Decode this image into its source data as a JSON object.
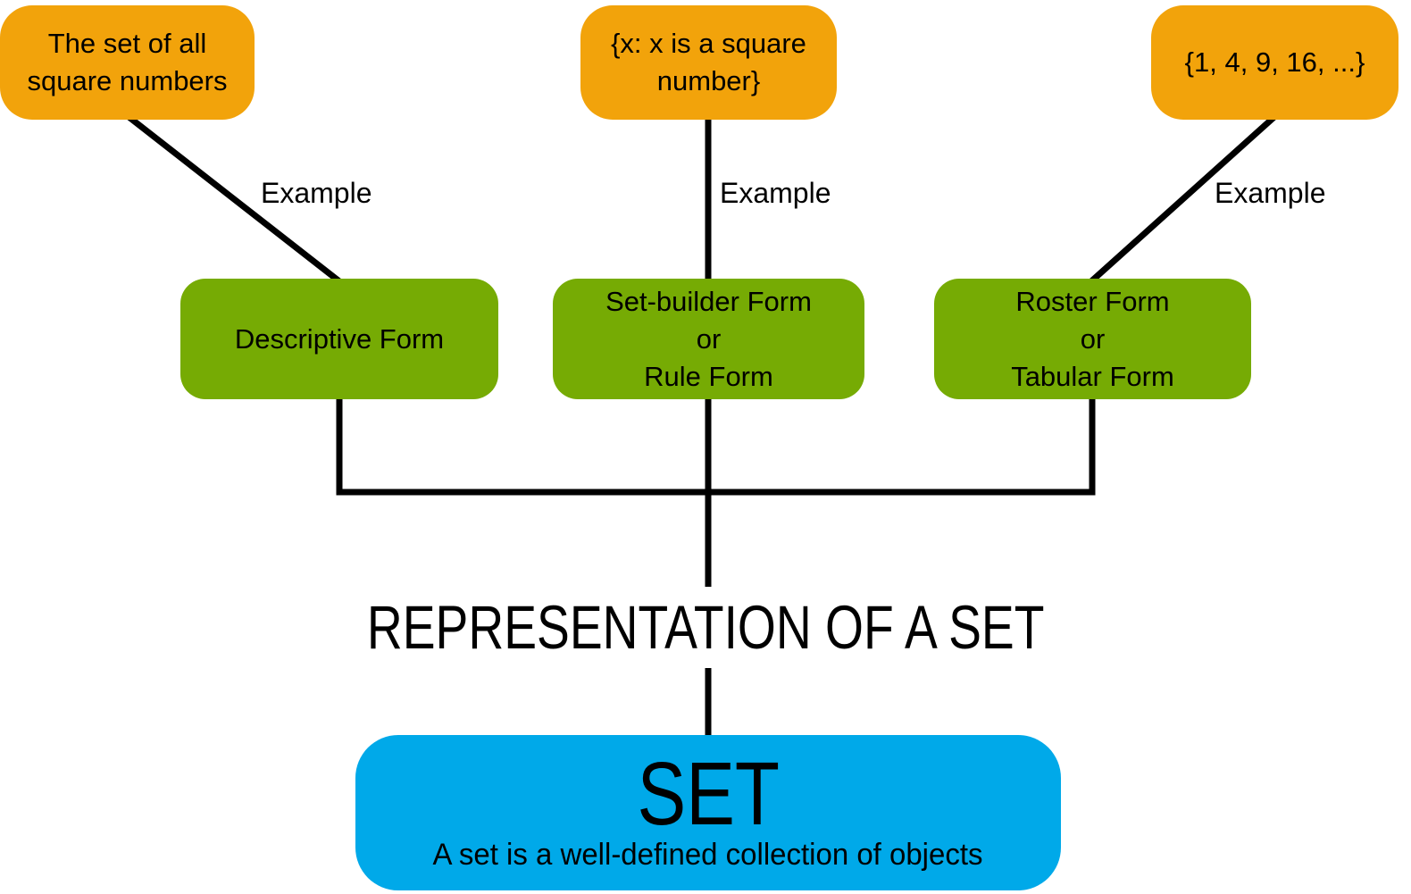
{
  "title": "REPRESENTATION OF A SET",
  "edge_label": "Example",
  "examples": [
    {
      "lines": [
        "The set of all",
        "square numbers"
      ]
    },
    {
      "lines": [
        "{x: x is a square",
        "number}"
      ]
    },
    {
      "lines": [
        "{1, 4, 9, 16, ...}"
      ]
    }
  ],
  "forms": [
    {
      "lines": [
        "Descriptive Form"
      ]
    },
    {
      "lines": [
        "Set-builder Form",
        "or",
        "Rule Form"
      ]
    },
    {
      "lines": [
        "Roster Form",
        "or",
        "Tabular Form"
      ]
    }
  ],
  "set": {
    "name": "SET",
    "definition": "A set is a well-defined collection of objects"
  },
  "colors": {
    "example_box": "#F2A30B",
    "form_box": "#76AB04",
    "set_box": "#00A9E9",
    "line": "#000000",
    "text": "#000000"
  }
}
